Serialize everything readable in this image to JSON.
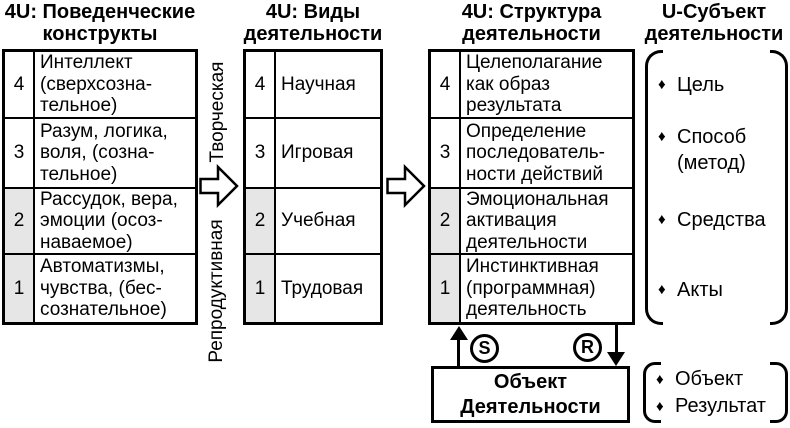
{
  "columns": {
    "constructs": {
      "title": "4U: Поведенческие\nконструкты",
      "rows": [
        {
          "num": "4",
          "text": "Интеллект\n(сверхсозна-\nтельное)",
          "shaded": false
        },
        {
          "num": "3",
          "text": "Разум, логика,\nволя, (созна-\nтельное)",
          "shaded": false
        },
        {
          "num": "2",
          "text": "Рассудок, вера,\nэмоции (осоз-\nнаваемое)",
          "shaded": true
        },
        {
          "num": "1",
          "text": "Автоматизмы,\nчувства, (бес-\nсознательное)",
          "shaded": true
        }
      ]
    },
    "activity_types": {
      "title": "4U: Виды\nдеятельности",
      "rows": [
        {
          "num": "4",
          "text": "Научная",
          "shaded": false
        },
        {
          "num": "3",
          "text": "Игровая",
          "shaded": false
        },
        {
          "num": "2",
          "text": "Учебная",
          "shaded": true
        },
        {
          "num": "1",
          "text": "Трудовая",
          "shaded": true
        }
      ]
    },
    "activity_structure": {
      "title": "4U: Структура\nдеятельности",
      "rows": [
        {
          "num": "4",
          "text": "Целеполагание\nкак образ\nрезультата",
          "shaded": false
        },
        {
          "num": "3",
          "text": "Определение\nпоследователь-\nности действий",
          "shaded": false
        },
        {
          "num": "2",
          "text": "Эмоциональная\nактивация\nдеятельности",
          "shaded": true
        },
        {
          "num": "1",
          "text": "Инстинктивная\n(программная)\nдеятельность",
          "shaded": true
        }
      ]
    },
    "subject": {
      "title": "U-Субъект\nдеятельности",
      "bullet": "♦",
      "items": [
        "Цель",
        "Способ\n(метод)",
        "Средства",
        "Акты"
      ]
    }
  },
  "activity_axis": {
    "top_label": "Творческая",
    "bottom_label": "Репродуктивная"
  },
  "object_box": {
    "label": "Объект\nДеятельности"
  },
  "connectors": {
    "stimulus": "S",
    "response": "R"
  },
  "object_result": {
    "bullet": "♦",
    "items": [
      "Объект",
      "Результат"
    ]
  },
  "colors": {
    "shaded_cell": "#e6e6e6",
    "ink": "#000000",
    "background": "#ffffff"
  }
}
